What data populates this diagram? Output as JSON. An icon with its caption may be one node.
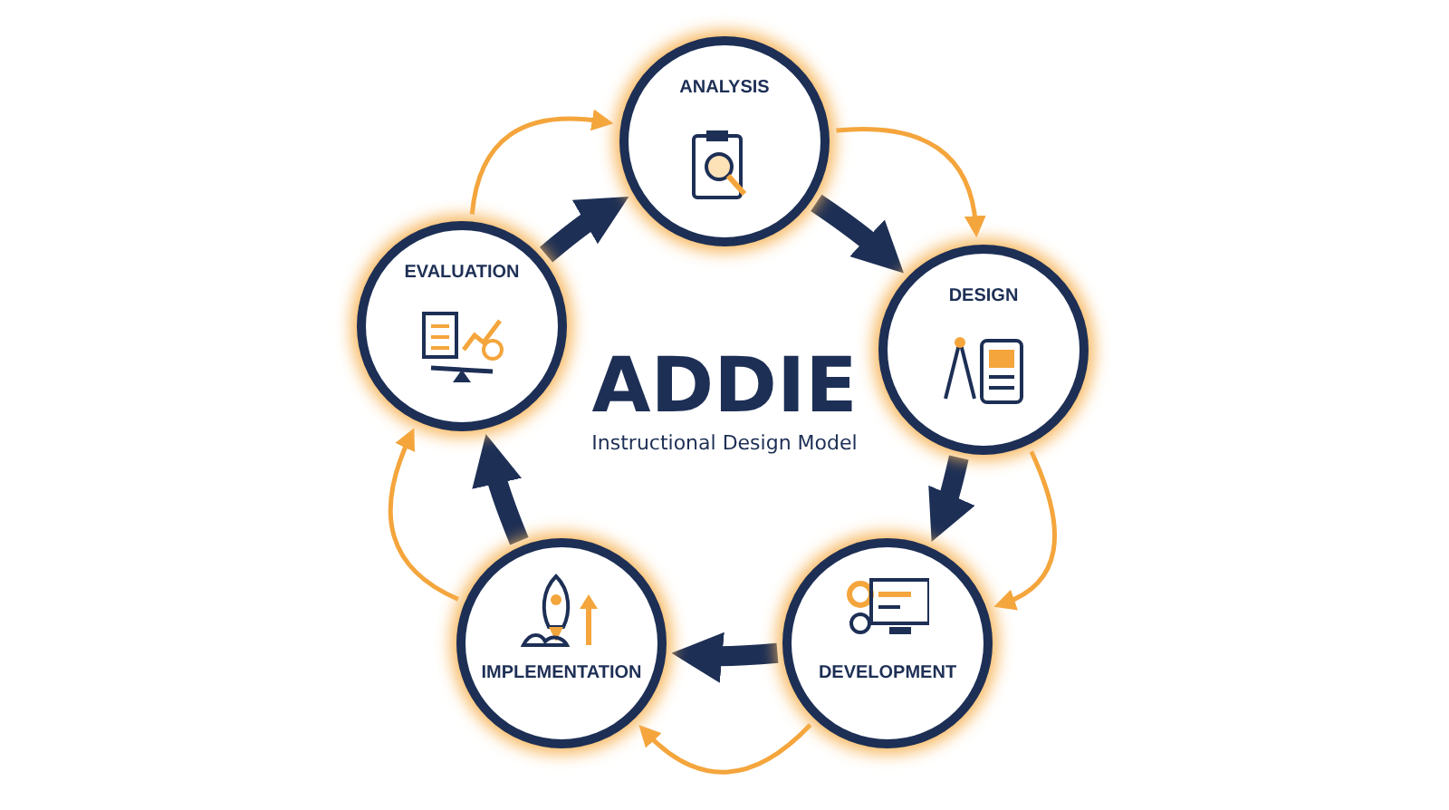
{
  "diagram": {
    "title": "ADDIE",
    "caption": "Instructional Design Model",
    "nodes": [
      {
        "text": [
          "ANALYSIS"
        ]
      },
      {
        "text": [
          "DESIGN"
        ]
      },
      {
        "text": [
          "DEVELOPMENT"
        ]
      },
      {
        "text": [
          "IMPLEMENTATION"
        ]
      },
      {
        "text": [
          "EVALUATION"
        ]
      }
    ],
    "edges": [
      {
        "from": 0,
        "to": 1,
        "arrow": "to",
        "style": "thick"
      },
      {
        "from": 1,
        "to": 2,
        "arrow": "to",
        "style": "thick"
      },
      {
        "from": 2,
        "to": 3,
        "arrow": "to",
        "style": "thick"
      },
      {
        "from": 3,
        "to": 4,
        "arrow": "to",
        "style": "thick"
      },
      {
        "from": 4,
        "to": 0,
        "arrow": "to",
        "style": "thick"
      },
      {
        "from": 0,
        "to": 1,
        "arrow": "to",
        "color": "#f4a53c"
      },
      {
        "from": 1,
        "to": 2,
        "arrow": "to",
        "color": "#f4a53c"
      },
      {
        "from": 2,
        "to": 3,
        "arrow": "to",
        "color": "#f4a53c"
      },
      {
        "from": 3,
        "to": 4,
        "arrow": "to",
        "color": "#f4a53c"
      },
      {
        "from": 4,
        "to": 0,
        "arrow": "to",
        "color": "#f4a53c"
      }
    ]
  }
}
